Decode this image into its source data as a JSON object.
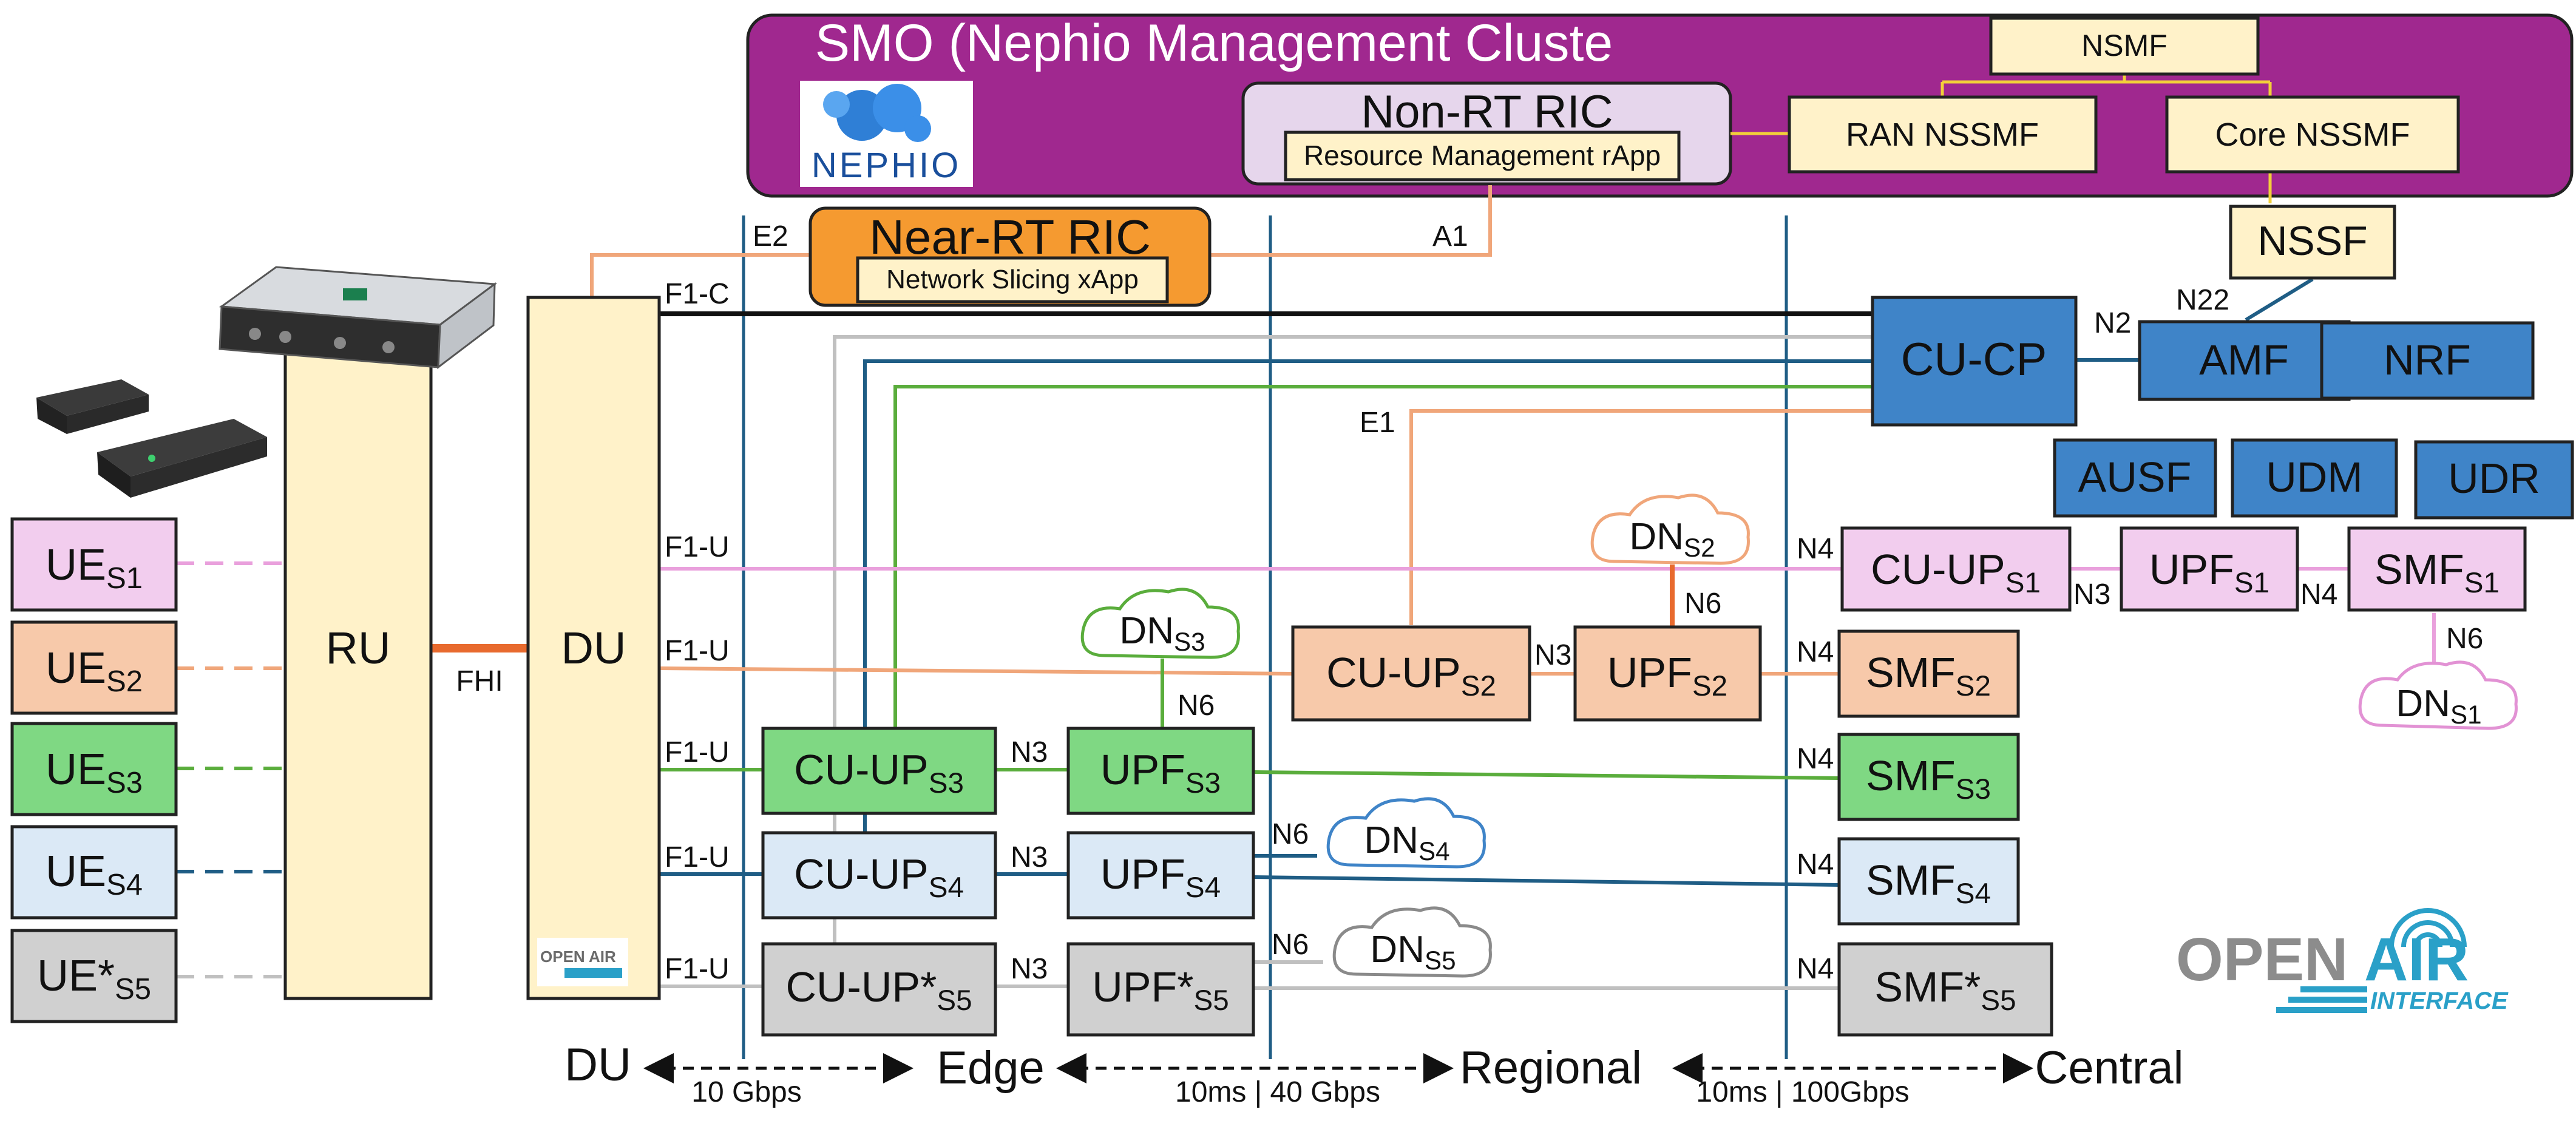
{
  "smo": {
    "title": "SMO (Nephio Management Cluste",
    "nephio_logo_text": "NEPHIO",
    "non_rt_ric": "Non-RT RIC",
    "resource_mgmt_rapp": "Resource Management rApp",
    "nsmf": "NSMF",
    "ran_nssmf": "RAN NSSMF",
    "core_nssmf": "Core NSSMF"
  },
  "near_rt_ric": {
    "title": "Near-RT RIC",
    "xapp": "Network Slicing xApp"
  },
  "core": {
    "nssf": "NSSF",
    "cu_cp": "CU-CP",
    "amf": "AMF",
    "nrf": "NRF",
    "ausf": "AUSF",
    "udm": "UDM",
    "udr": "UDR"
  },
  "ran": {
    "ru": "RU",
    "du": "DU",
    "fhi": "FHI"
  },
  "ues": [
    {
      "base": "UE",
      "sub": "S1"
    },
    {
      "base": "UE",
      "sub": "S2"
    },
    {
      "base": "UE",
      "sub": "S3"
    },
    {
      "base": "UE",
      "sub": "S4"
    },
    {
      "base": "UE*",
      "sub": "S5"
    }
  ],
  "functions": {
    "cuup_s1": {
      "base": "CU-UP",
      "sub": "S1"
    },
    "upf_s1": {
      "base": "UPF",
      "sub": "S1"
    },
    "smf_s1": {
      "base": "SMF",
      "sub": "S1"
    },
    "dn_s1": {
      "base": "DN",
      "sub": "S1"
    },
    "cuup_s2": {
      "base": "CU-UP",
      "sub": "S2"
    },
    "upf_s2": {
      "base": "UPF",
      "sub": "S2"
    },
    "smf_s2": {
      "base": "SMF",
      "sub": "S2"
    },
    "dn_s2": {
      "base": "DN",
      "sub": "S2"
    },
    "cuup_s3": {
      "base": "CU-UP",
      "sub": "S3"
    },
    "upf_s3": {
      "base": "UPF",
      "sub": "S3"
    },
    "smf_s3": {
      "base": "SMF",
      "sub": "S3"
    },
    "dn_s3": {
      "base": "DN",
      "sub": "S3"
    },
    "cuup_s4": {
      "base": "CU-UP",
      "sub": "S4"
    },
    "upf_s4": {
      "base": "UPF",
      "sub": "S4"
    },
    "smf_s4": {
      "base": "SMF",
      "sub": "S4"
    },
    "dn_s4": {
      "base": "DN",
      "sub": "S4"
    },
    "cuup_s5": {
      "base": "CU-UP*",
      "sub": "S5"
    },
    "upf_s5": {
      "base": "UPF*",
      "sub": "S5"
    },
    "smf_s5": {
      "base": "SMF*",
      "sub": "S5"
    },
    "dn_s5": {
      "base": "DN",
      "sub": "S5"
    }
  },
  "interfaces": {
    "e2": "E2",
    "a1": "A1",
    "f1c": "F1-C",
    "f1u": "F1-U",
    "e1": "E1",
    "n2": "N2",
    "n22": "N22",
    "n3": "N3",
    "n4": "N4",
    "n6": "N6"
  },
  "zones": {
    "du": "DU",
    "edge": "Edge",
    "regional": "Regional",
    "central": "Central",
    "link_du_edge": "10 Gbps",
    "link_edge_regional": "10ms | 40 Gbps",
    "link_regional_central": "10ms  | 100Gbps"
  },
  "oai_logo": {
    "open": "OPEN",
    "air": "AIR",
    "interface": "INTERFACE"
  },
  "colors": {
    "smo_purple": "#a0288f",
    "ric_orange": "#f59a30",
    "core_blue": "#3f84c8",
    "slice1_pink": "#f2cdee",
    "slice2_salmon": "#f7c9aa",
    "slice3_green": "#7fd883",
    "slice4_lightblue": "#dbe9f6",
    "slice5_gray": "#d0d0d0",
    "cream": "#fff2c9"
  }
}
